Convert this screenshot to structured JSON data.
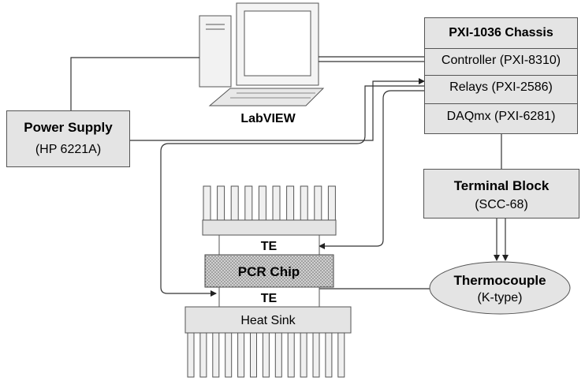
{
  "power_supply": {
    "title": "Power Supply",
    "model": "(HP 6221A)"
  },
  "computer": {
    "label": "LabVIEW"
  },
  "chassis": {
    "title": "PXI-1036 Chassis",
    "controller": "Controller (PXI-8310)",
    "relays": "Relays (PXI-2586)",
    "daq": "DAQmx (PXI-6281)"
  },
  "terminal_block": {
    "title": "Terminal Block",
    "model": "(SCC-68)"
  },
  "thermocouple": {
    "title": "Thermocouple",
    "type": "(K-type)"
  },
  "stack": {
    "te_top": "TE",
    "pcr_chip": "PCR Chip",
    "te_bottom": "TE",
    "heat_sink": "Heat Sink"
  }
}
